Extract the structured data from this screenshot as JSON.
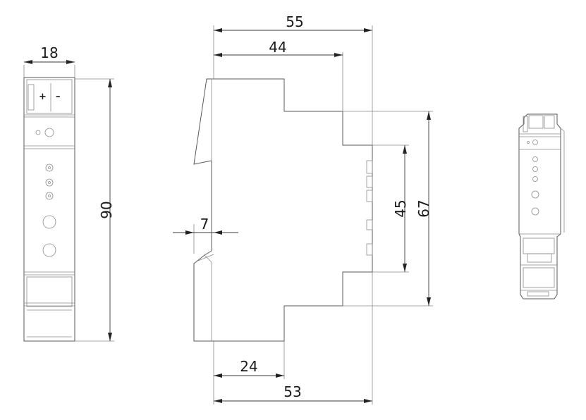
{
  "dimensions": {
    "front_width": "18",
    "front_height": "90",
    "side_total_depth": "55",
    "side_upper_depth": "44",
    "rail_offset": "7",
    "inner_height": "45",
    "outer_height": "67",
    "lower_depth": "24",
    "bottom_depth": "53"
  },
  "terminal_labels": {
    "plus": "+",
    "minus": "–"
  }
}
